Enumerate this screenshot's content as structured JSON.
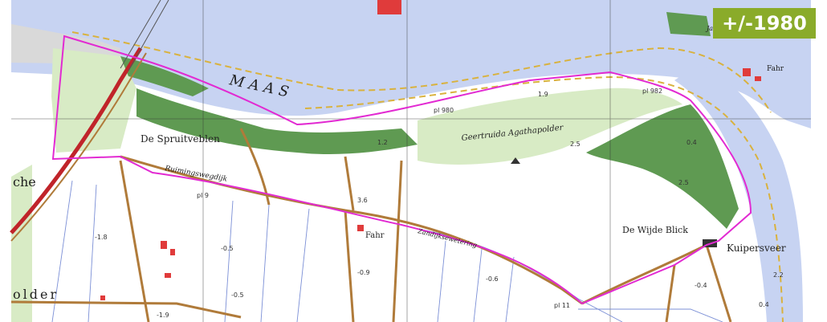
{
  "badge": {
    "text": "+/-1980",
    "color": "#8aab2a"
  },
  "colors": {
    "water": "#c7d3f2",
    "land": "#ffffff",
    "meadow": "#d8ebc5",
    "forest": "#5f9a52",
    "boundary": "#e22ad2",
    "road": "#b07b3a",
    "main_road": "#c0242a",
    "fairway": "#d9b23e",
    "ditch": "#7b8fd6"
  },
  "labels": {
    "river": "MAAS",
    "spruitveblen": "De Spruitveblen",
    "geertruida": "Geertruida Agathapolder",
    "ruimingsweg": "Ruimingswegdijk",
    "wijde_blick": "De Wijde Blick",
    "kuipersveer": "Kuipersveer",
    "fahr_center": "Fahr",
    "fahr_right": "Fahr",
    "zandijk": "Zandijksewetering",
    "che": "che",
    "older": "older",
    "jachthaven": "Jachthaven"
  },
  "numbers": {
    "n1": "-1.8",
    "n2": "-0.5",
    "n3": "-0.9",
    "n4": "-0.6",
    "n5": "-0.4",
    "n6": "2.2",
    "n7": "0.4",
    "n8": "2.5",
    "n9": "1.9",
    "n10": "0.4",
    "n11": "3.6",
    "n12": "-1.9",
    "n13": "-0.5",
    "n14": "2.5",
    "n15": "1.2",
    "pl1": "pl 11",
    "pl2": "pl 9",
    "pl3": "pl 980",
    "pl4": "pl 982"
  }
}
